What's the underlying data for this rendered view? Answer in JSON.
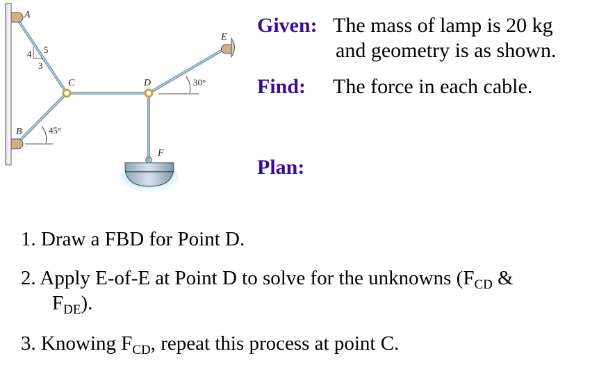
{
  "diagram": {
    "points": [
      "A",
      "B",
      "C",
      "D",
      "E",
      "F"
    ],
    "slope_triangle": {
      "rise": "4",
      "run": "3",
      "hyp": "5"
    },
    "angle_B": "45°",
    "angle_E": "30°"
  },
  "given": {
    "label": "Given:",
    "line1": "The mass of lamp is 20 kg",
    "line2": "and geometry is as shown."
  },
  "find": {
    "label": "Find:",
    "text": "The force in each cable."
  },
  "plan": {
    "label": "Plan:",
    "steps": [
      {
        "text": "1. Draw a FBD for Point D."
      },
      {
        "pre": "2. Apply E-of-E at Point D to solve for the unknowns (F",
        "sub1": "CD",
        "mid": " &",
        "line2_pre": "F",
        "sub2": "DE",
        "line2_post": ")."
      },
      {
        "pre": "3. Knowing F",
        "sub": "CD",
        "post": ", repeat this process at point C."
      }
    ]
  },
  "colors": {
    "keyword": "#3a0c9a",
    "cable": "#8fb3c4",
    "ring": "#c8a040",
    "lamp_glow": "#6fd0f5"
  }
}
